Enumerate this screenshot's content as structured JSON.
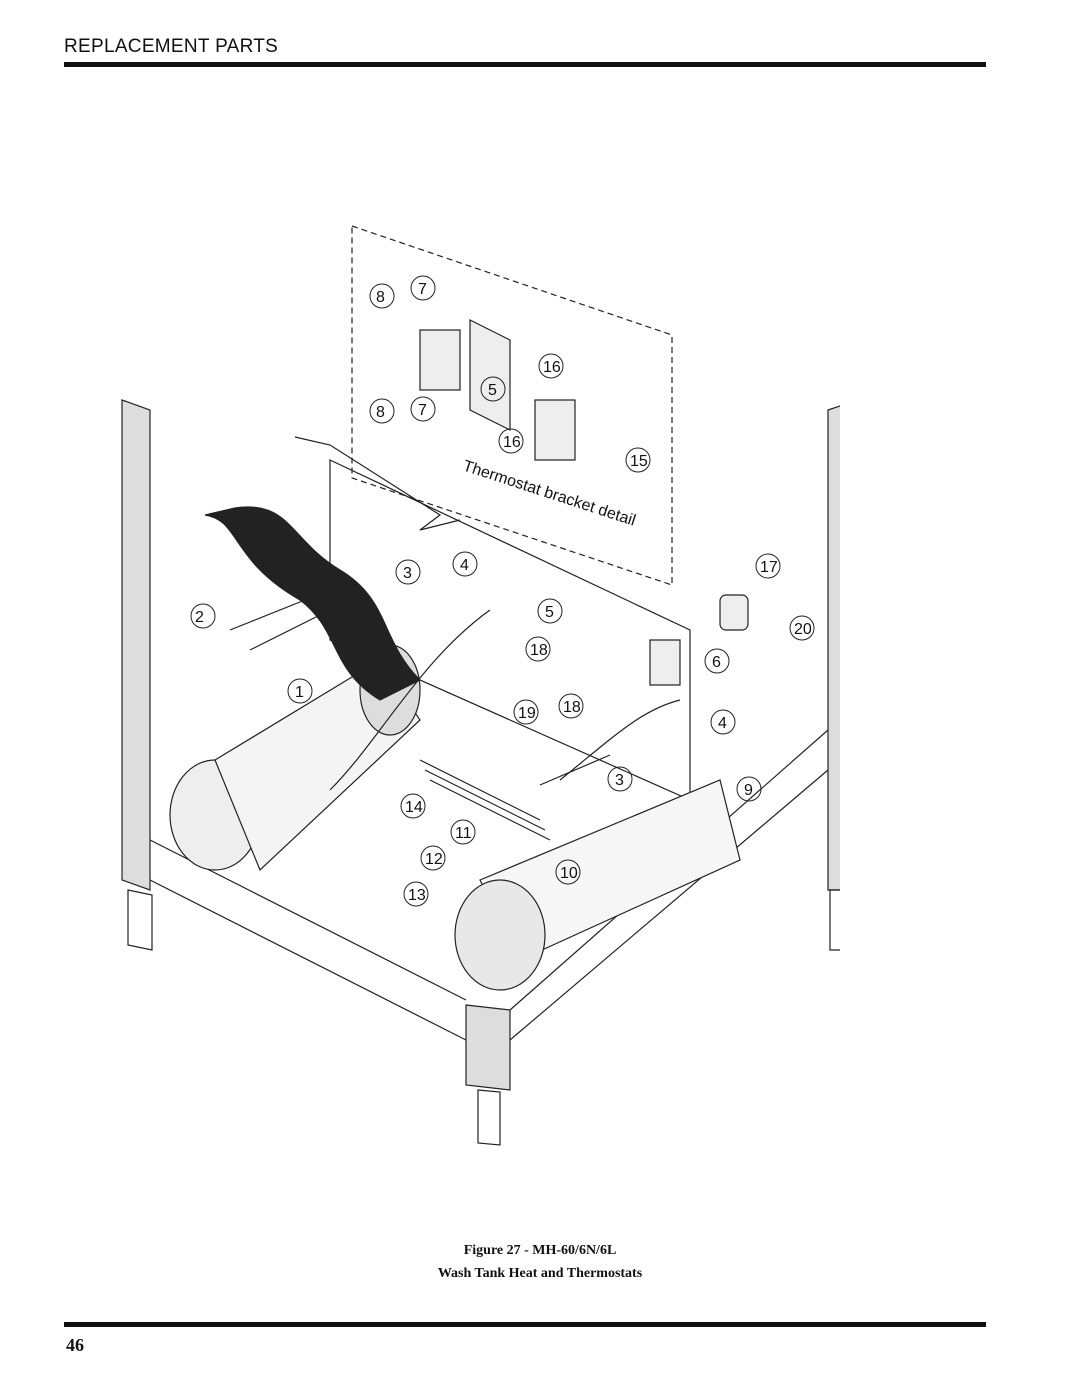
{
  "header": {
    "title": "REPLACEMENT PARTS"
  },
  "figure": {
    "caption_line1": "Figure 27 - MH-60/6N/6L",
    "caption_line2": "Wash Tank Heat and Thermostats",
    "detail_label": "Thermostat bracket detail",
    "callouts": [
      "8",
      "7",
      "16",
      "5",
      "8",
      "7",
      "16",
      "15",
      "3",
      "4",
      "17",
      "2",
      "5",
      "20",
      "18",
      "6",
      "1",
      "19",
      "18",
      "4",
      "3",
      "9",
      "14",
      "11",
      "12",
      "10",
      "13"
    ]
  },
  "footer": {
    "page_number": "46"
  }
}
